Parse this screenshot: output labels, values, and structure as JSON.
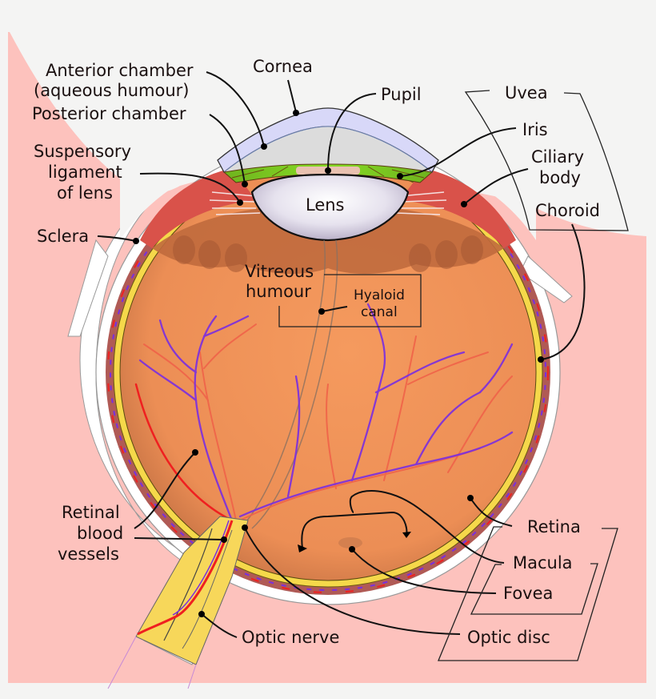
{
  "title": "Schematic diagram of the human eye",
  "colors": {
    "background": "#f4f4f3",
    "tissue_pink": "#fdc2bd",
    "sclera_white": "#ffffff",
    "cornea_lavender": "#d8d8f8",
    "aqueous_gray": "#dcdcdc",
    "iris_green": "#7dcc1c",
    "ciliary_red": "#d9524a",
    "choroid_brown": "#b05a55",
    "retina_yellow": "#f5d84a",
    "vitreous_orange": "#f0955a",
    "lens_white": "#f2f0f6",
    "artery_red": "#f06048",
    "vein_purple": "#7a2ee0",
    "optic_nerve_yellow": "#f7d75a"
  },
  "labels": {
    "anterior_chamber": "Anterior chamber",
    "aqueous_humour": "(aqueous humour)",
    "cornea": "Cornea",
    "pupil": "Pupil",
    "uvea": "Uvea",
    "posterior_chamber": "Posterior chamber",
    "iris": "Iris",
    "suspensory_1": "Suspensory",
    "suspensory_2": "ligament",
    "suspensory_3": "of lens",
    "ciliary_1": "Ciliary",
    "ciliary_2": "body",
    "lens": "Lens",
    "choroid": "Choroid",
    "sclera": "Sclera",
    "vitreous_1": "Vitreous",
    "vitreous_2": "humour",
    "hyaloid_1": "Hyaloid",
    "hyaloid_2": "canal",
    "retinal_1": "Retinal",
    "retinal_2": "blood",
    "retinal_3": "vessels",
    "retina": "Retina",
    "macula": "Macula",
    "fovea": "Fovea",
    "optic_nerve": "Optic nerve",
    "optic_disc": "Optic disc"
  },
  "groups": {
    "uvea": [
      "Iris",
      "Ciliary body",
      "Choroid"
    ],
    "retina": [
      "Macula",
      "Fovea",
      "Optic disc"
    ],
    "macula": [
      "Fovea"
    ]
  }
}
